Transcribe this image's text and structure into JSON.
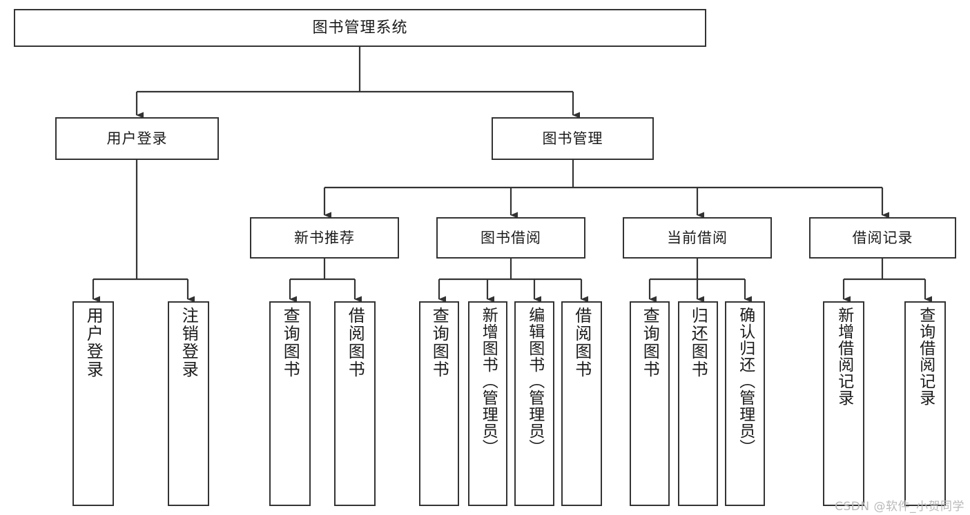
{
  "diagram": {
    "title": "图书管理系统",
    "type": "tree-hierarchy",
    "orientation": "top-down",
    "colors": {
      "box_border": "#333333",
      "box_fill": "#ffffff",
      "connector": "#333333",
      "text": "#1b1b1b",
      "watermark": "#b9b9b9",
      "background": "#ffffff"
    }
  },
  "root": {
    "label": "图书管理系统"
  },
  "level2": [
    {
      "label": "用户登录"
    },
    {
      "label": "图书管理"
    }
  ],
  "level3": [
    {
      "label": "新书推荐"
    },
    {
      "label": "图书借阅"
    },
    {
      "label": "当前借阅"
    },
    {
      "label": "借阅记录"
    }
  ],
  "leaves": {
    "user_login": [
      {
        "label": "用户登录"
      },
      {
        "label": "注销登录"
      }
    ],
    "new_book_recommend": [
      {
        "label": "查询图书"
      },
      {
        "label": "借阅图书"
      }
    ],
    "book_borrow": [
      {
        "label": "查询图书"
      },
      {
        "label": "新增图书（管理员）"
      },
      {
        "label": "编辑图书（管理员）"
      },
      {
        "label": "借阅图书"
      }
    ],
    "current_borrow": [
      {
        "label": "查询图书"
      },
      {
        "label": "归还图书"
      },
      {
        "label": "确认归还（管理员）"
      }
    ],
    "borrow_record": [
      {
        "label": "新增借阅记录"
      },
      {
        "label": "查询借阅记录"
      }
    ]
  },
  "watermark": {
    "text": "CSDN @软件_小贺同学"
  }
}
